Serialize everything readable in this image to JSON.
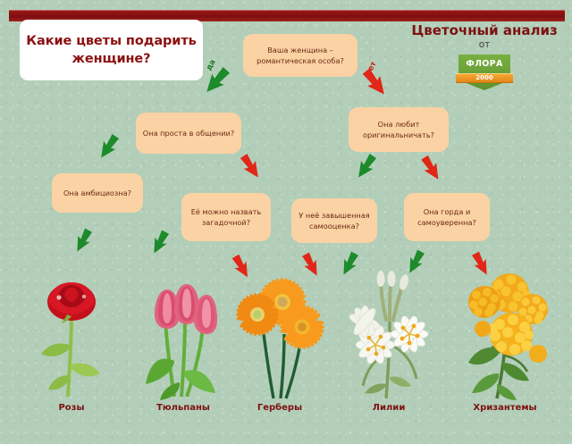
{
  "title": {
    "line1": "Какие цветы подарить",
    "line2": "женщине?"
  },
  "brand": {
    "heading": "Цветочный анализ",
    "from": "от",
    "logo_name": "ФЛОРА",
    "logo_year": "2000"
  },
  "questions": {
    "root": "Ваша женщина – романтическая особа?",
    "simple": "Она проста в общении?",
    "original": "Она любит оригинальничать?",
    "ambitious": "Она амбициозна?",
    "mysterious": "Её можно назвать загадочной?",
    "selfesteem": "У неё завышенная самооценка?",
    "proud": "Она горда и самоуверенна?"
  },
  "edges": {
    "yes": "да",
    "no": "нет"
  },
  "flowers": [
    {
      "label": "Розы"
    },
    {
      "label": "Тюльпаны"
    },
    {
      "label": "Герберы"
    },
    {
      "label": "Лилии"
    },
    {
      "label": "Хризантемы"
    }
  ],
  "colors": {
    "background": "#b2ceb8",
    "bar": "#7d0f0f",
    "box": "#fbd2a4",
    "yes_arrow": "#1d8a2b",
    "no_arrow": "#e02718",
    "title_text": "#8c1111"
  }
}
